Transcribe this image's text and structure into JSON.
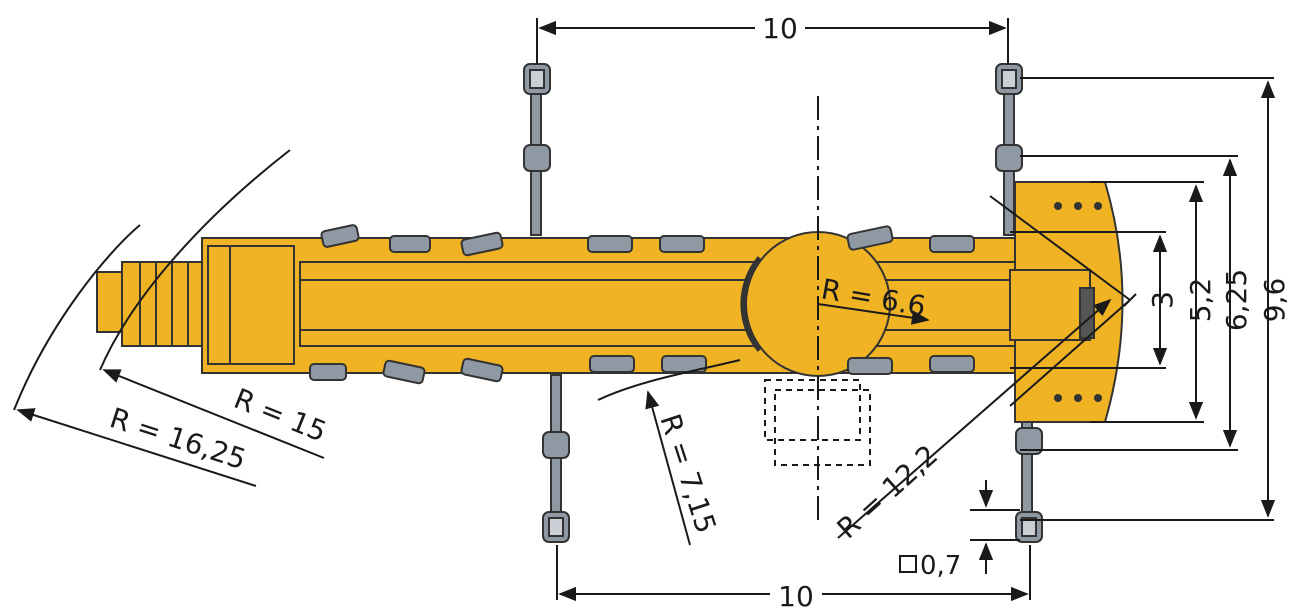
{
  "labels": {
    "top_span": "10",
    "bottom_span": "10",
    "width_3": "3",
    "width_5_2": "5,2",
    "width_6_25": "6,25",
    "width_9_6": "9,6",
    "radius_6_6": "R = 6.6",
    "radius_7_15": "R = 7,15",
    "radius_12_2": "R = 12,2",
    "radius_15": "R = 15",
    "radius_16_25": "R = 16,25",
    "pad_size": "0,7"
  },
  "colors": {
    "body": "#f0b323",
    "outline": "#333333",
    "steel": "#8f99a3",
    "line": "#1a1a1a"
  }
}
